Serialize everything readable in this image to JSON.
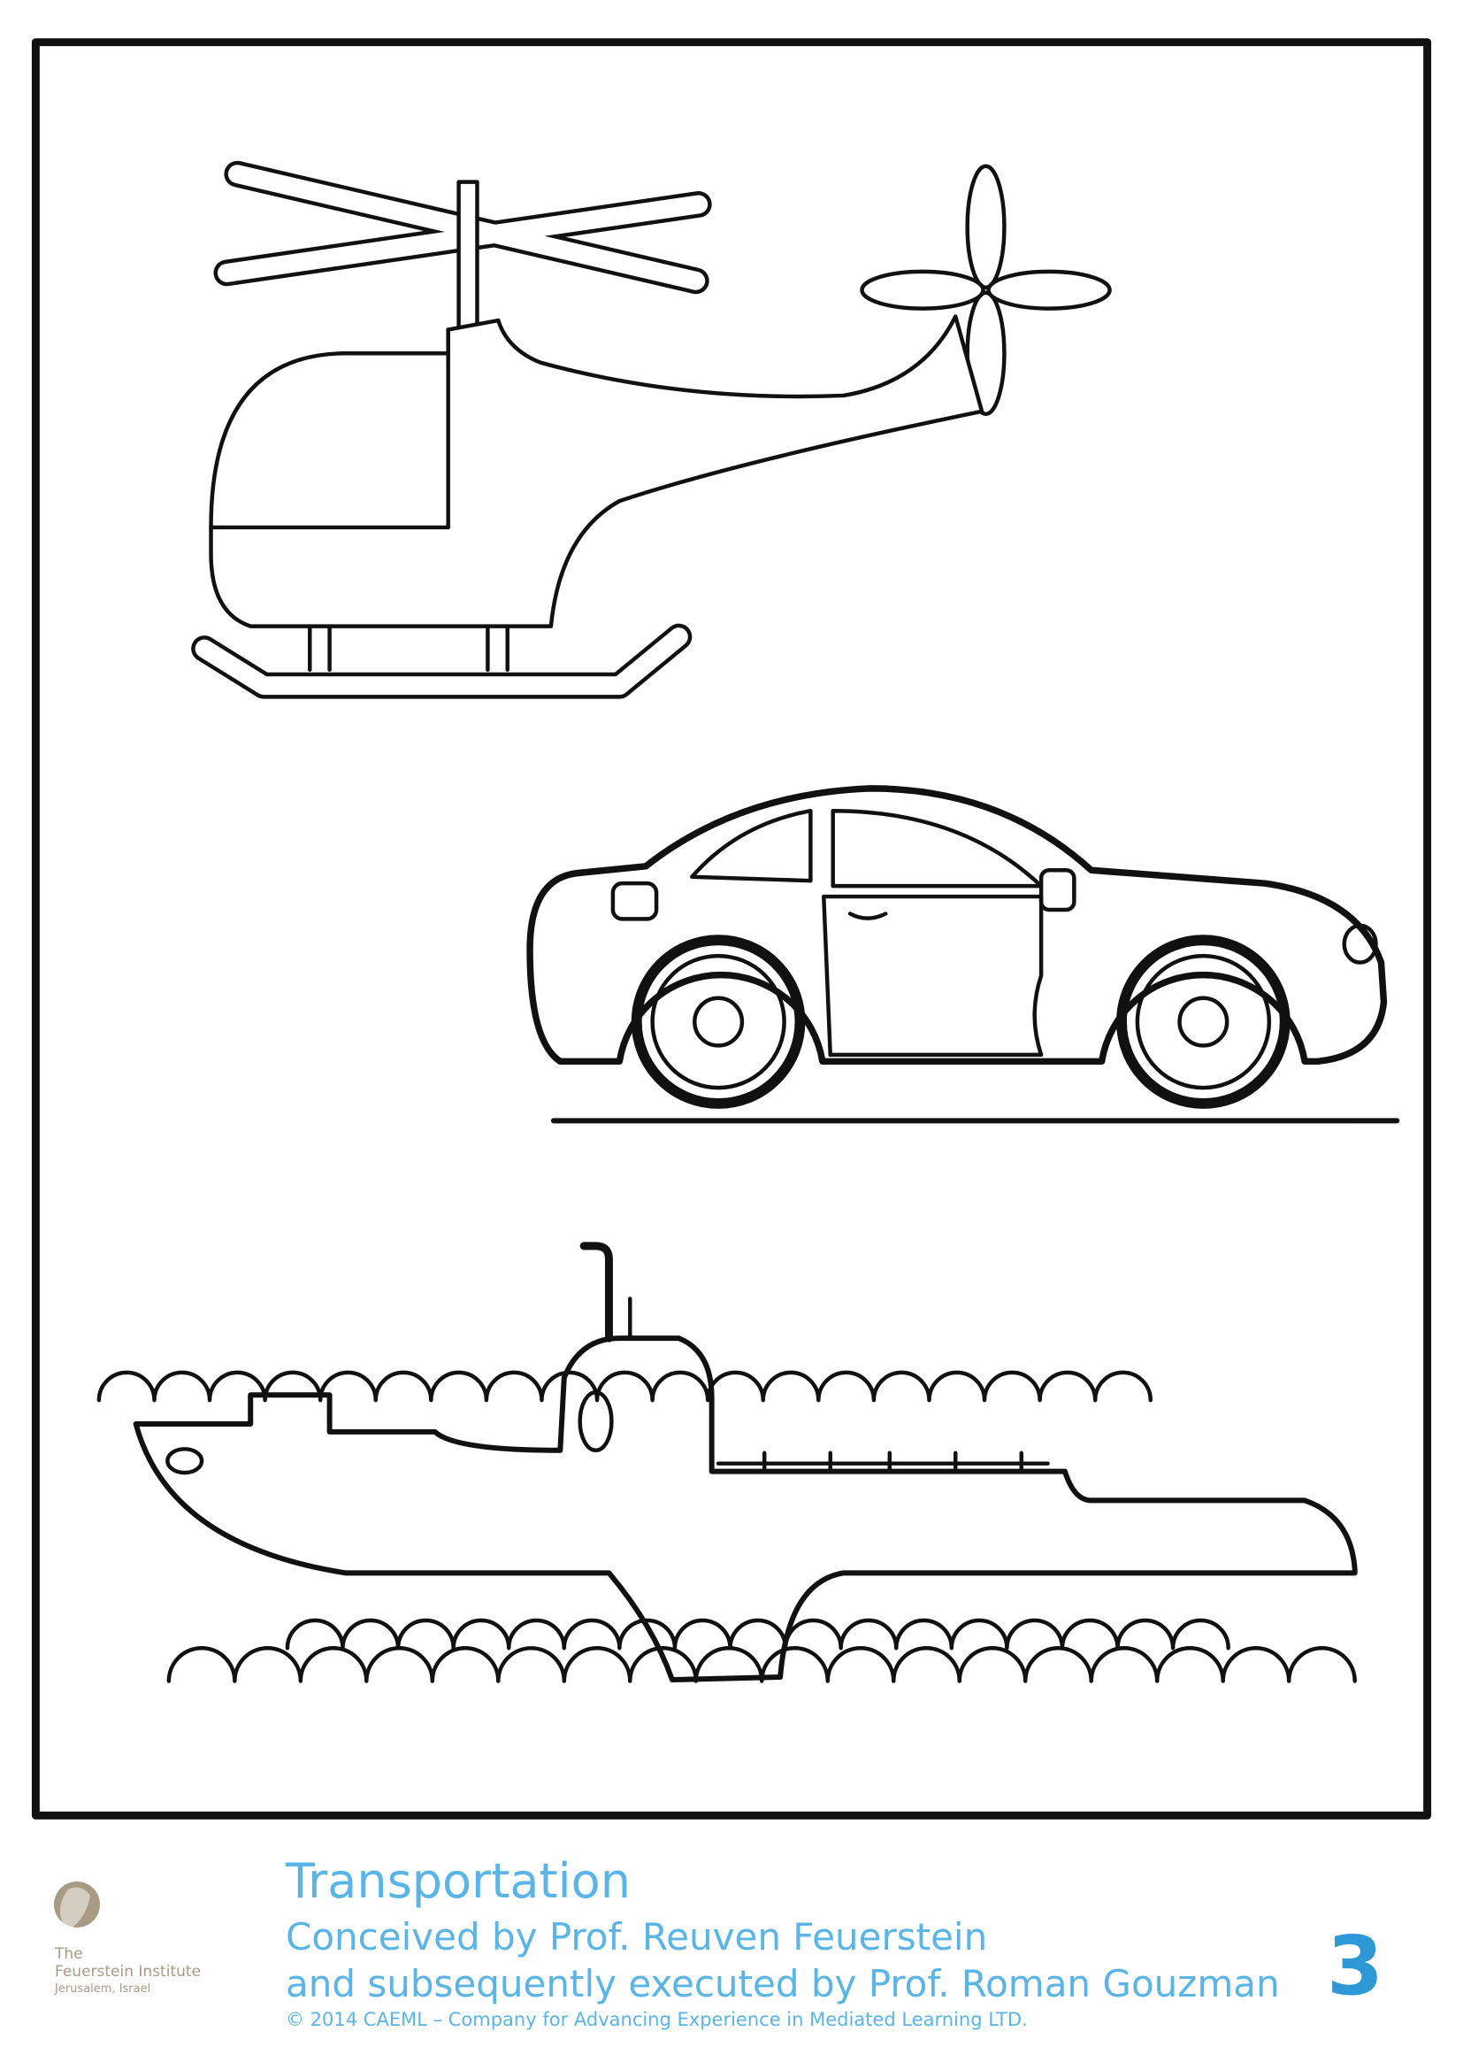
{
  "footer": {
    "title": "Transportation",
    "line1": "Conceived by Prof. Reuven Feuerstein",
    "line2": "and subsequently executed by Prof. Roman Gouzman",
    "copyright": "© 2014 CAEML – Company for Advancing Experience in Mediated Learning LTD.",
    "page_number": "3"
  },
  "logo": {
    "line1": "The",
    "line2": "Feuerstein Institute",
    "line3": "Jerusalem, Israel"
  },
  "colors": {
    "text": "#5ab4e5",
    "page_number": "#2e97d6",
    "logo": "#a89a85"
  }
}
